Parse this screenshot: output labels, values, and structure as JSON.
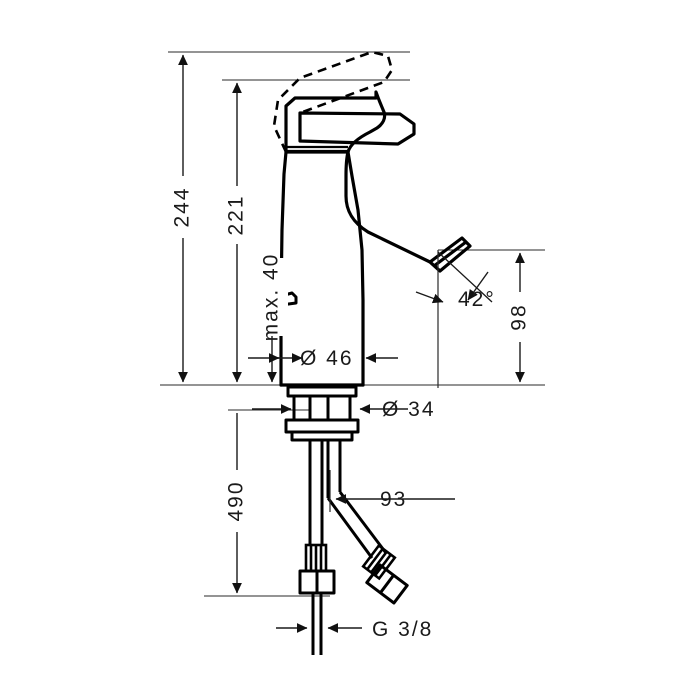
{
  "drawing": {
    "title": "Single-lever basin mixer dimensional drawing",
    "units": "mm",
    "background_color": "#ffffff",
    "line_color": "#000000",
    "dim_line_color": "#1a1a1a"
  },
  "dimensions": {
    "total_height": "244",
    "spout_height": "221",
    "max_deck_thickness": "max. 40",
    "base_diameter": "Ø 46",
    "shank_diameter": "Ø 34",
    "spout_angle": "42°",
    "spout_reach_vertical": "98",
    "hose_length": "490",
    "hose_spread": "93",
    "thread_size": "G 3/8"
  },
  "labels": [
    {
      "id": "dim-244",
      "text": "244",
      "orientation": "vertical"
    },
    {
      "id": "dim-221",
      "text": "221",
      "orientation": "vertical"
    },
    {
      "id": "dim-max40",
      "text": "max. 40",
      "orientation": "vertical"
    },
    {
      "id": "dim-d46",
      "text": "Ø 46",
      "orientation": "horizontal"
    },
    {
      "id": "dim-d34",
      "text": "Ø 34",
      "orientation": "horizontal"
    },
    {
      "id": "dim-42deg",
      "text": "42°",
      "orientation": "horizontal"
    },
    {
      "id": "dim-98",
      "text": "98",
      "orientation": "vertical"
    },
    {
      "id": "dim-490",
      "text": "490",
      "orientation": "vertical"
    },
    {
      "id": "dim-93",
      "text": "93",
      "orientation": "horizontal"
    },
    {
      "id": "dim-g38",
      "text": "G 3/8",
      "orientation": "horizontal"
    }
  ]
}
